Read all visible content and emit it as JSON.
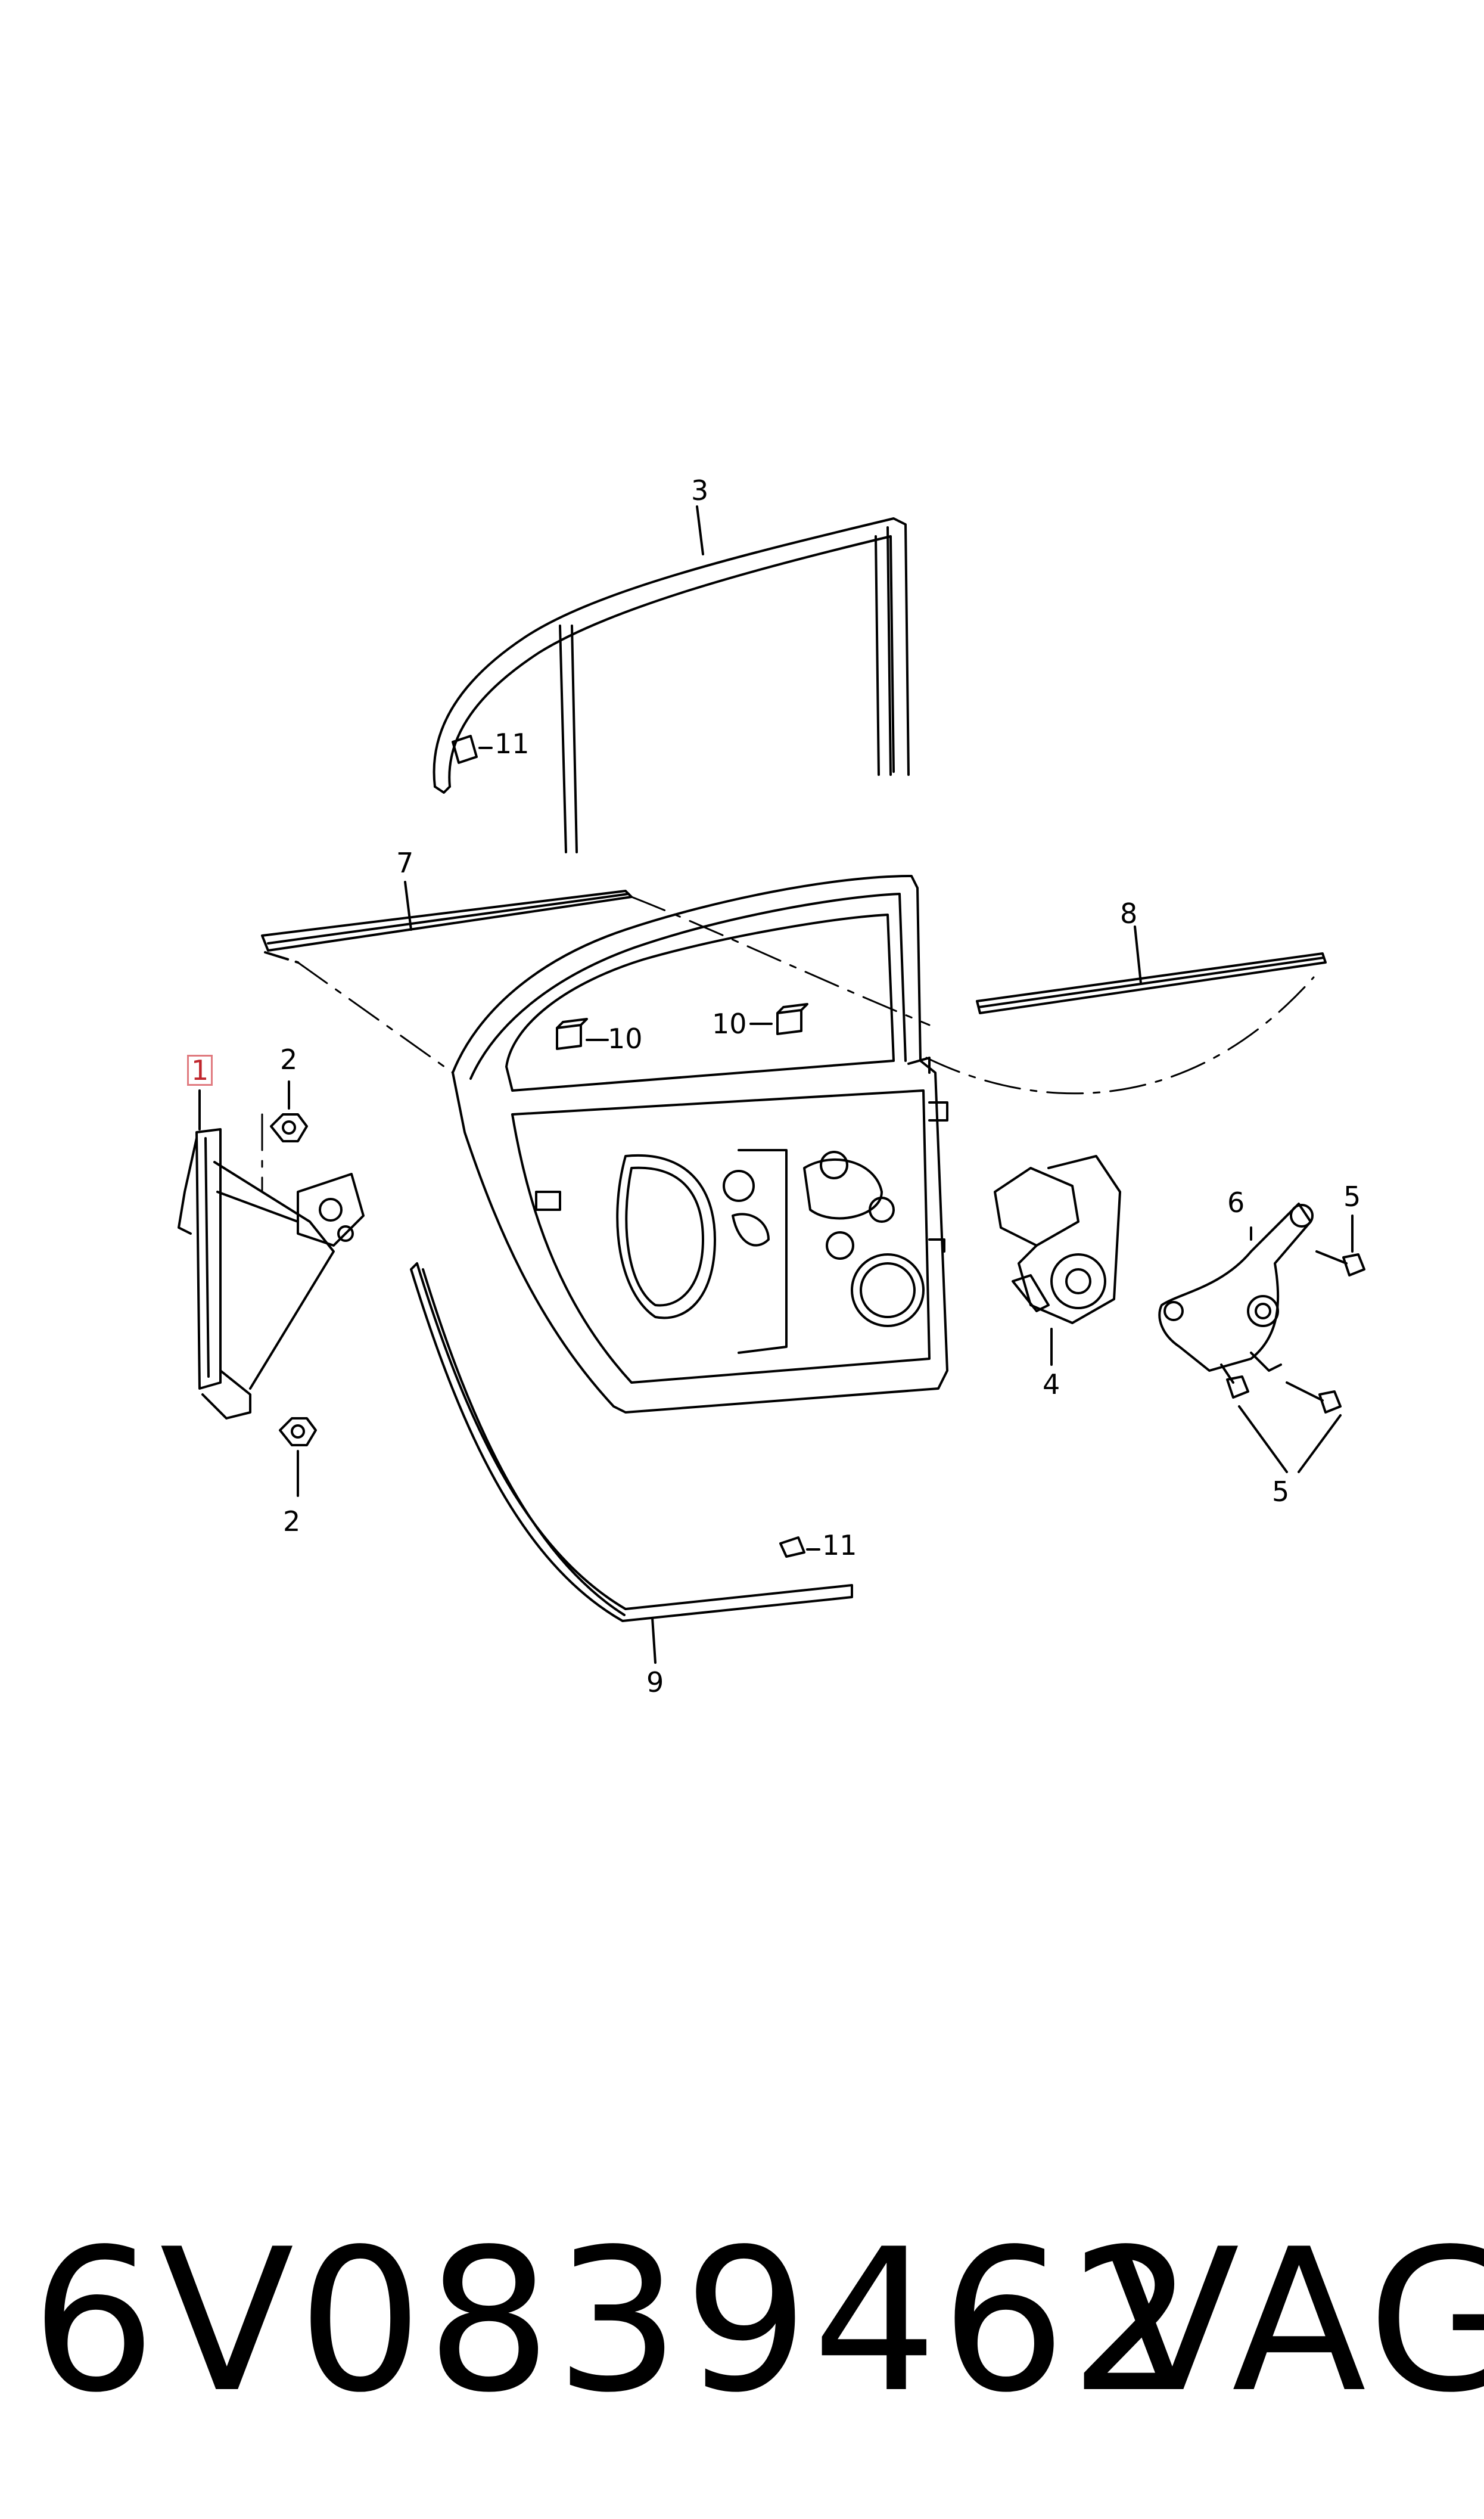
{
  "diagram": {
    "callouts": {
      "c1": "1",
      "c2a": "2",
      "c2b": "2",
      "c3": "3",
      "c4": "4",
      "c5a": "5",
      "c5b": "5",
      "c6": "6",
      "c7": "7",
      "c8": "8",
      "c9": "9",
      "c10a": "10",
      "c10b": "10",
      "c11a": "11",
      "c11b": "11"
    },
    "highlighted_callout": "1",
    "highlight_color": "#c0262d"
  },
  "footer": {
    "part_number": "6V0839462",
    "brand": "VAG"
  }
}
